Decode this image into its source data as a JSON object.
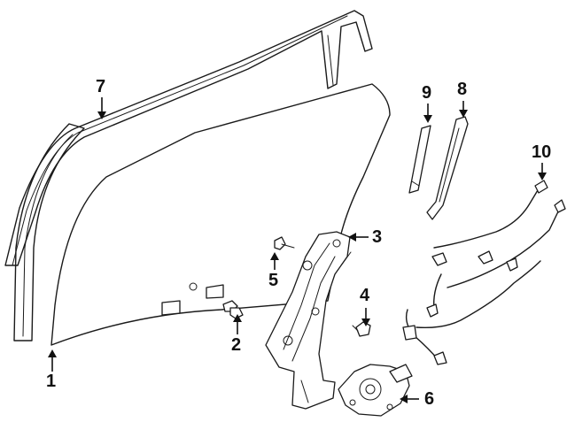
{
  "callouts": [
    {
      "id": "1",
      "text": "1"
    },
    {
      "id": "2",
      "text": "2"
    },
    {
      "id": "3",
      "text": "3"
    },
    {
      "id": "4",
      "text": "4"
    },
    {
      "id": "5",
      "text": "5"
    },
    {
      "id": "6",
      "text": "6"
    },
    {
      "id": "7",
      "text": "7"
    },
    {
      "id": "8",
      "text": "8"
    },
    {
      "id": "9",
      "text": "9"
    },
    {
      "id": "10",
      "text": "10"
    }
  ],
  "colors": {
    "line": "#1a1a1a",
    "background": "#ffffff"
  }
}
